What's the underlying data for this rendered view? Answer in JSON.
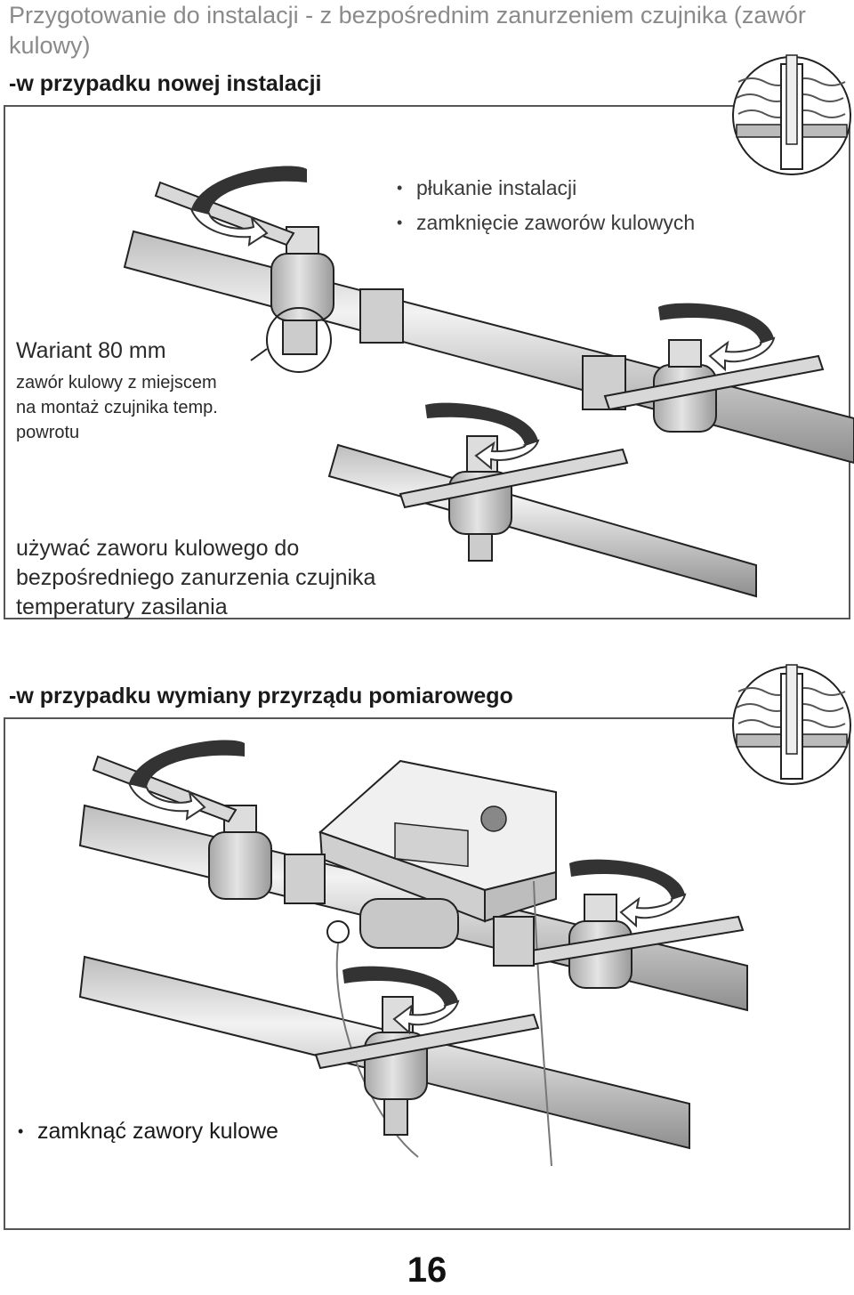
{
  "page": {
    "title": "Przygotowanie do instalacji - z bezpośrednim zanurzeniem czujnika (zawór kulowy)",
    "page_number": "16"
  },
  "section_new": {
    "heading": "-w przypadku nowej instalacji",
    "bullets": [
      "płukanie instalacji",
      "zamknięcie zaworów kulowych"
    ],
    "variant_title": "Wariant 80 mm",
    "variant_desc": [
      "zawór kulowy z miejscem",
      "na montaż czujnika temp.",
      "powrotu"
    ],
    "note": [
      "używać zaworu kulowego do",
      "bezpośredniego zanurzenia czujnika",
      "temperatury zasilania"
    ]
  },
  "section_replace": {
    "heading": "-w przypadku wymiany przyrządu pomiarowego",
    "bullets": [
      "zamknąć zawory kulowe"
    ]
  },
  "colors": {
    "title_gray": "#8a8a8a",
    "pipe_light": "#e6e6e6",
    "pipe_dark": "#9a9a9a",
    "outline": "#222222"
  }
}
